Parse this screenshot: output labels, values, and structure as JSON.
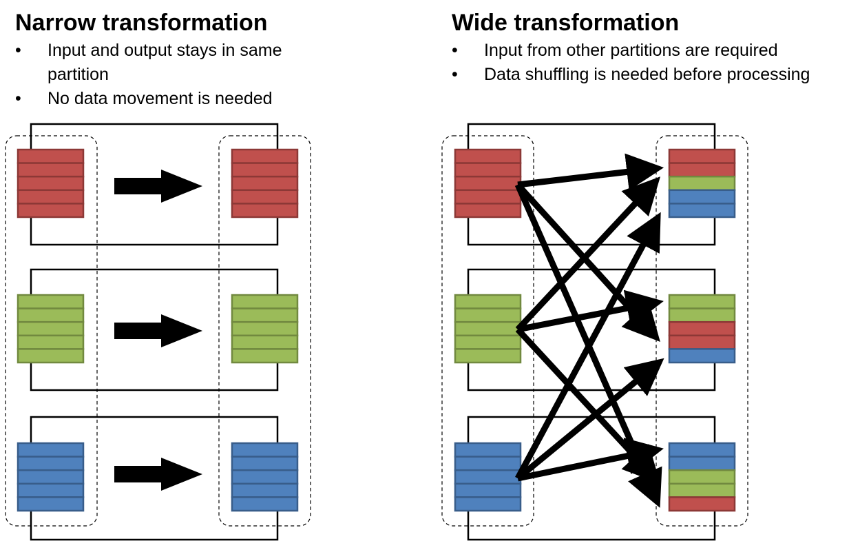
{
  "narrow": {
    "title": "Narrow transformation",
    "bullets": [
      "Input and output stays in same partition",
      "No data movement is needed"
    ]
  },
  "wide": {
    "title": "Wide transformation",
    "bullets": [
      "Input from other partitions are required",
      "Data shuffling is needed before processing"
    ]
  },
  "colors": {
    "red_fill": "#c0504d",
    "red_stroke": "#8c3836",
    "green_fill": "#9bbb59",
    "green_stroke": "#71893f",
    "blue_fill": "#4f81bd",
    "blue_stroke": "#385d8a",
    "arrow": "#000000"
  }
}
